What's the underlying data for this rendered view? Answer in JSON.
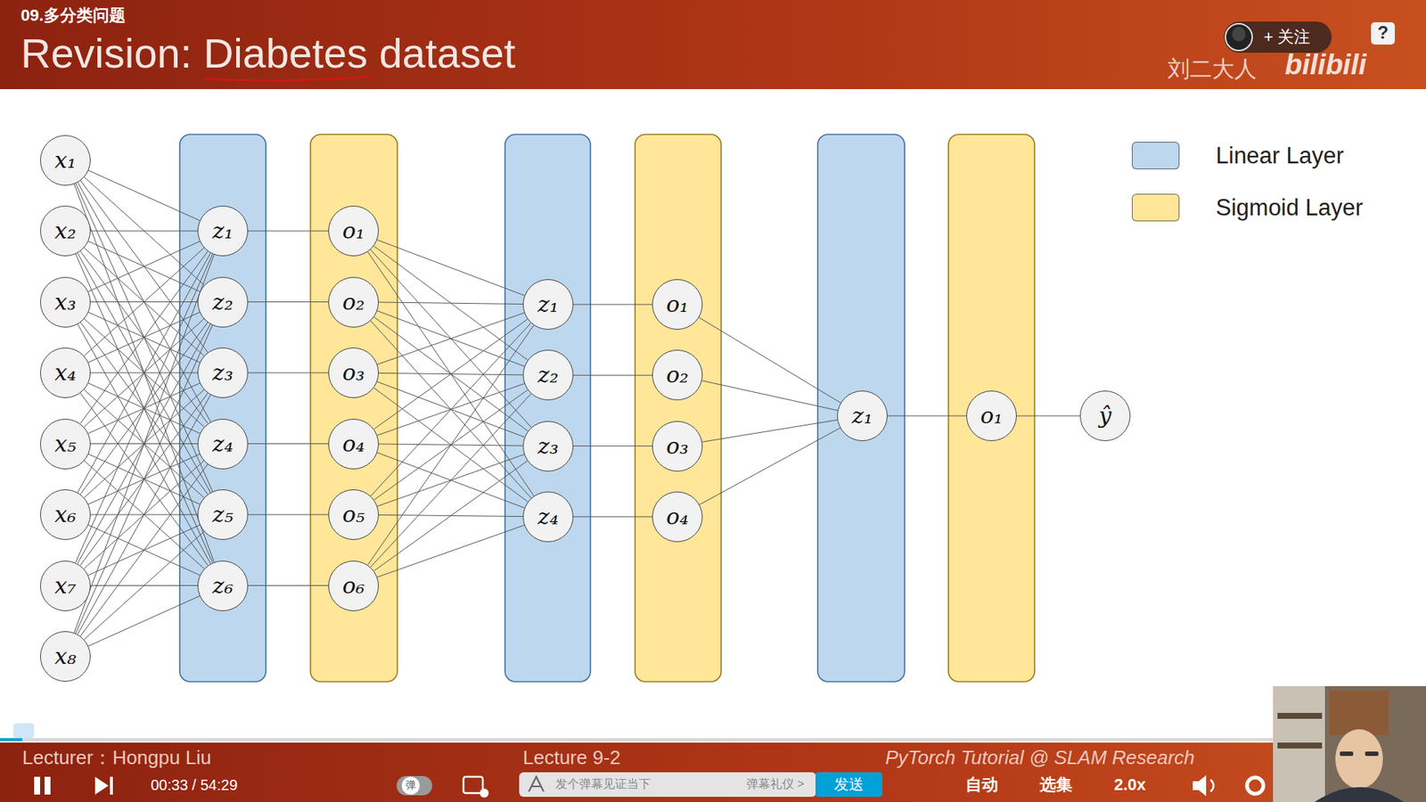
{
  "diagram": {
    "title": "Revision: Diabetes dataset",
    "nodes": [
      {
        "text": [
          "x₁"
        ]
      },
      {
        "text": [
          "x₂"
        ]
      },
      {
        "text": [
          "x₃"
        ]
      },
      {
        "text": [
          "x₄"
        ]
      },
      {
        "text": [
          "x₅"
        ]
      },
      {
        "text": [
          "x₆"
        ]
      },
      {
        "text": [
          "x₇"
        ]
      },
      {
        "text": [
          "x₈"
        ]
      },
      {
        "text": [
          "z₁"
        ]
      },
      {
        "text": [
          "z₂"
        ]
      },
      {
        "text": [
          "z₃"
        ]
      },
      {
        "text": [
          "z₄"
        ]
      },
      {
        "text": [
          "z₅"
        ]
      },
      {
        "text": [
          "z₆"
        ]
      },
      {
        "text": [
          "o₁"
        ]
      },
      {
        "text": [
          "o₂"
        ]
      },
      {
        "text": [
          "o₃"
        ]
      },
      {
        "text": [
          "o₄"
        ]
      },
      {
        "text": [
          "o₅"
        ]
      },
      {
        "text": [
          "o₆"
        ]
      },
      {
        "text": [
          "z₁"
        ]
      },
      {
        "text": [
          "z₂"
        ]
      },
      {
        "text": [
          "z₃"
        ]
      },
      {
        "text": [
          "z₄"
        ]
      },
      {
        "text": [
          "o₁"
        ]
      },
      {
        "text": [
          "o₂"
        ]
      },
      {
        "text": [
          "o₃"
        ]
      },
      {
        "text": [
          "o₄"
        ]
      },
      {
        "text": [
          "z₁"
        ]
      },
      {
        "text": [
          "o₁"
        ]
      },
      {
        "text": [
          "ŷ"
        ]
      }
    ],
    "edges": [
      {
        "from": 0,
        "to": 8,
        "arrow": "none"
      },
      {
        "from": 0,
        "to": 9,
        "arrow": "none"
      },
      {
        "from": 0,
        "to": 10,
        "arrow": "none"
      },
      {
        "from": 0,
        "to": 11,
        "arrow": "none"
      },
      {
        "from": 0,
        "to": 12,
        "arrow": "none"
      },
      {
        "from": 0,
        "to": 13,
        "arrow": "none"
      },
      {
        "from": 1,
        "to": 8,
        "arrow": "none"
      },
      {
        "from": 1,
        "to": 9,
        "arrow": "none"
      },
      {
        "from": 1,
        "to": 10,
        "arrow": "none"
      },
      {
        "from": 1,
        "to": 11,
        "arrow": "none"
      },
      {
        "from": 1,
        "to": 12,
        "arrow": "none"
      },
      {
        "from": 1,
        "to": 13,
        "arrow": "none"
      },
      {
        "from": 2,
        "to": 8,
        "arrow": "none"
      },
      {
        "from": 2,
        "to": 9,
        "arrow": "none"
      },
      {
        "from": 2,
        "to": 10,
        "arrow": "none"
      },
      {
        "from": 2,
        "to": 11,
        "arrow": "none"
      },
      {
        "from": 2,
        "to": 12,
        "arrow": "none"
      },
      {
        "from": 2,
        "to": 13,
        "arrow": "none"
      },
      {
        "from": 3,
        "to": 8,
        "arrow": "none"
      },
      {
        "from": 3,
        "to": 9,
        "arrow": "none"
      },
      {
        "from": 3,
        "to": 10,
        "arrow": "none"
      },
      {
        "from": 3,
        "to": 11,
        "arrow": "none"
      },
      {
        "from": 3,
        "to": 12,
        "arrow": "none"
      },
      {
        "from": 3,
        "to": 13,
        "arrow": "none"
      },
      {
        "from": 4,
        "to": 8,
        "arrow": "none"
      },
      {
        "from": 4,
        "to": 9,
        "arrow": "none"
      },
      {
        "from": 4,
        "to": 10,
        "arrow": "none"
      },
      {
        "from": 4,
        "to": 11,
        "arrow": "none"
      },
      {
        "from": 4,
        "to": 12,
        "arrow": "none"
      },
      {
        "from": 4,
        "to": 13,
        "arrow": "none"
      },
      {
        "from": 5,
        "to": 8,
        "arrow": "none"
      },
      {
        "from": 5,
        "to": 9,
        "arrow": "none"
      },
      {
        "from": 5,
        "to": 10,
        "arrow": "none"
      },
      {
        "from": 5,
        "to": 11,
        "arrow": "none"
      },
      {
        "from": 5,
        "to": 12,
        "arrow": "none"
      },
      {
        "from": 5,
        "to": 13,
        "arrow": "none"
      },
      {
        "from": 6,
        "to": 8,
        "arrow": "none"
      },
      {
        "from": 6,
        "to": 9,
        "arrow": "none"
      },
      {
        "from": 6,
        "to": 10,
        "arrow": "none"
      },
      {
        "from": 6,
        "to": 11,
        "arrow": "none"
      },
      {
        "from": 6,
        "to": 12,
        "arrow": "none"
      },
      {
        "from": 6,
        "to": 13,
        "arrow": "none"
      },
      {
        "from": 7,
        "to": 8,
        "arrow": "none"
      },
      {
        "from": 7,
        "to": 9,
        "arrow": "none"
      },
      {
        "from": 7,
        "to": 10,
        "arrow": "none"
      },
      {
        "from": 7,
        "to": 11,
        "arrow": "none"
      },
      {
        "from": 7,
        "to": 12,
        "arrow": "none"
      },
      {
        "from": 7,
        "to": 13,
        "arrow": "none"
      },
      {
        "from": 8,
        "to": 14,
        "arrow": "none"
      },
      {
        "from": 9,
        "to": 15,
        "arrow": "none"
      },
      {
        "from": 10,
        "to": 16,
        "arrow": "none"
      },
      {
        "from": 11,
        "to": 17,
        "arrow": "none"
      },
      {
        "from": 12,
        "to": 18,
        "arrow": "none"
      },
      {
        "from": 13,
        "to": 19,
        "arrow": "none"
      },
      {
        "from": 14,
        "to": 20,
        "arrow": "none"
      },
      {
        "from": 14,
        "to": 21,
        "arrow": "none"
      },
      {
        "from": 14,
        "to": 22,
        "arrow": "none"
      },
      {
        "from": 14,
        "to": 23,
        "arrow": "none"
      },
      {
        "from": 15,
        "to": 20,
        "arrow": "none"
      },
      {
        "from": 15,
        "to": 21,
        "arrow": "none"
      },
      {
        "from": 15,
        "to": 22,
        "arrow": "none"
      },
      {
        "from": 15,
        "to": 23,
        "arrow": "none"
      },
      {
        "from": 16,
        "to": 20,
        "arrow": "none"
      },
      {
        "from": 16,
        "to": 21,
        "arrow": "none"
      },
      {
        "from": 16,
        "to": 22,
        "arrow": "none"
      },
      {
        "from": 16,
        "to": 23,
        "arrow": "none"
      },
      {
        "from": 17,
        "to": 20,
        "arrow": "none"
      },
      {
        "from": 17,
        "to": 21,
        "arrow": "none"
      },
      {
        "from": 17,
        "to": 22,
        "arrow": "none"
      },
      {
        "from": 17,
        "to": 23,
        "arrow": "none"
      },
      {
        "from": 18,
        "to": 20,
        "arrow": "none"
      },
      {
        "from": 18,
        "to": 21,
        "arrow": "none"
      },
      {
        "from": 18,
        "to": 22,
        "arrow": "none"
      },
      {
        "from": 18,
        "to": 23,
        "arrow": "none"
      },
      {
        "from": 19,
        "to": 20,
        "arrow": "none"
      },
      {
        "from": 19,
        "to": 21,
        "arrow": "none"
      },
      {
        "from": 19,
        "to": 22,
        "arrow": "none"
      },
      {
        "from": 19,
        "to": 23,
        "arrow": "none"
      },
      {
        "from": 20,
        "to": 24,
        "arrow": "none"
      },
      {
        "from": 21,
        "to": 25,
        "arrow": "none"
      },
      {
        "from": 22,
        "to": 26,
        "arrow": "none"
      },
      {
        "from": 23,
        "to": 27,
        "arrow": "none"
      },
      {
        "from": 24,
        "to": 28,
        "arrow": "none"
      },
      {
        "from": 25,
        "to": 28,
        "arrow": "none"
      },
      {
        "from": 26,
        "to": 28,
        "arrow": "none"
      },
      {
        "from": 27,
        "to": 28,
        "arrow": "none"
      },
      {
        "from": 28,
        "to": 29,
        "arrow": "none"
      },
      {
        "from": 29,
        "to": 30,
        "arrow": "none"
      }
    ],
    "labels": [
      "09.多分类问题",
      "刘二大人",
      "+ 关注",
      "bilibili",
      "?",
      "Lecturer：Hongpu Liu",
      "00:33 / 54:29",
      "Lecture 9-2",
      "弹",
      "发个弹幕见证当下",
      "弹幕礼仪 >",
      "发送",
      "PyTorch Tutorial @ SLAM Research",
      "自动",
      "选集",
      "2.0x"
    ],
    "legend": [
      {
        "text": "Linear Layer",
        "color": "#bdd7ee"
      },
      {
        "text": "Sigmoid Layer",
        "color": "#ffe699"
      }
    ]
  }
}
